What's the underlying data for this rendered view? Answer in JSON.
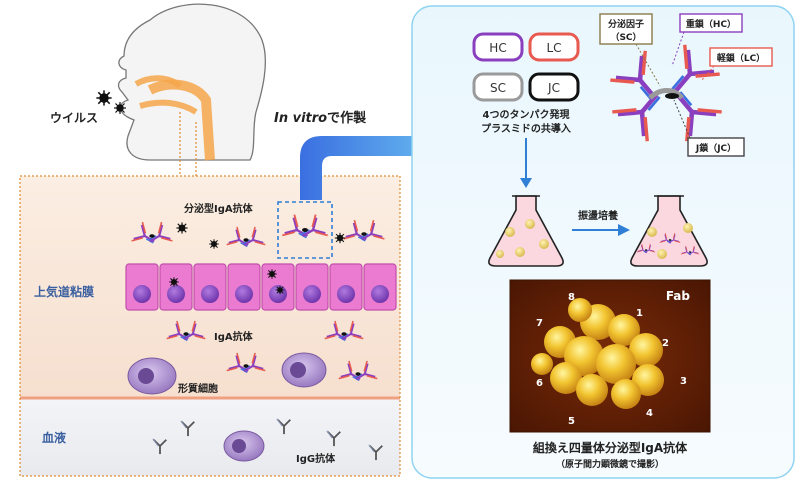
{
  "labels": {
    "virus": "ウイルス",
    "in_vitro_em": "In vitro",
    "in_vitro_rest": "で作製",
    "secretory_iga": "分泌型IgA抗体",
    "upper_airway_mucosa": "上気道粘膜",
    "iga": "IgA抗体",
    "plasma_cell": "形質細胞",
    "blood": "血液",
    "igg": "IgG抗体"
  },
  "panel": {
    "plasmids": [
      {
        "label": "HC",
        "color": "#8a3fbf"
      },
      {
        "label": "LC",
        "color": "#e85a50"
      },
      {
        "label": "SC",
        "color": "#9a9a9a"
      },
      {
        "label": "JC",
        "color": "#111111"
      }
    ],
    "cotransfection_line1": "4つのタンパク発現",
    "cotransfection_line2": "プラスミドの共導入",
    "sc_callout_line1": "分泌因子",
    "sc_callout_line2": "（SC）",
    "hc_callout": "重鎖（HC）",
    "lc_callout": "軽鎖（LC）",
    "jc_callout": "J鎖（JC）",
    "culture": "振盪培養",
    "afm_fab": "Fab",
    "afm_numbers": [
      "1",
      "2",
      "3",
      "4",
      "5",
      "6",
      "7",
      "8"
    ],
    "caption_title": "組換え四量体分泌型IgA抗体",
    "caption_sub": "（原子間力顕微鏡で撮影）"
  },
  "colors": {
    "heavy_chain": "#8a3fbf",
    "light_chain": "#e85a50",
    "secretory_component": "#9a9a9a",
    "j_chain": "#111111",
    "arrow_blue": "#2f7fd6",
    "mucosa_label": "#3a5fa0",
    "panel_border": "#8fd3f0"
  }
}
